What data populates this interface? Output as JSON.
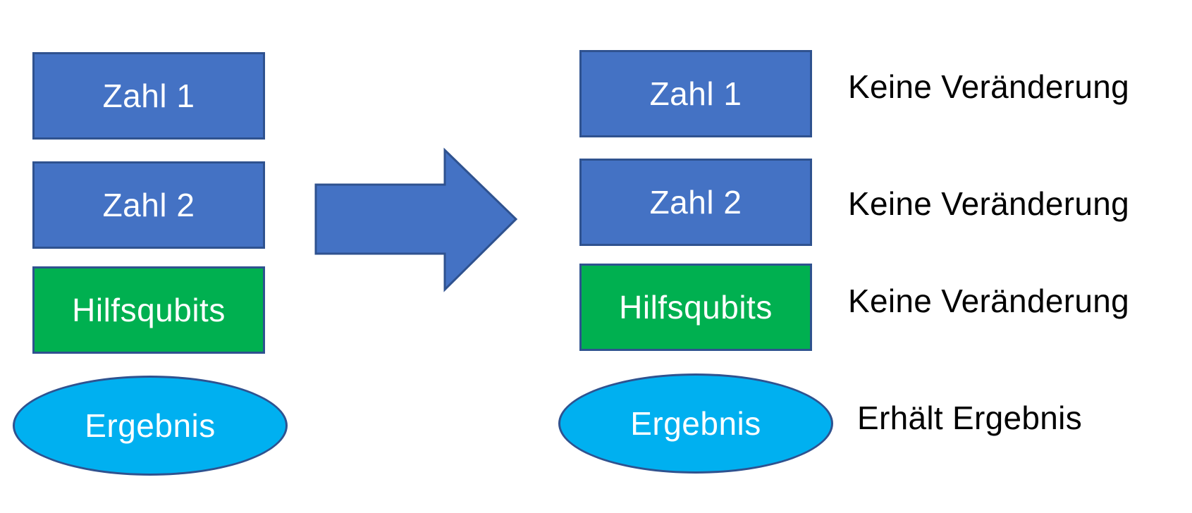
{
  "colors": {
    "number_box": "#4472c4",
    "helper_box": "#00b050",
    "result_oval": "#00b0f0",
    "outline": "#2f528f",
    "arrow": "#4472c4"
  },
  "before": {
    "zahl1": "Zahl 1",
    "zahl2": "Zahl 2",
    "hilfsqubits": "Hilfsqubits",
    "ergebnis": "Ergebnis"
  },
  "after": {
    "zahl1": "Zahl 1",
    "zahl2": "Zahl 2",
    "hilfsqubits": "Hilfsqubits",
    "ergebnis": "Ergebnis"
  },
  "notes": {
    "zahl1": "Keine Veränderung",
    "zahl2": "Keine Veränderung",
    "hilfsqubits": "Keine Veränderung",
    "ergebnis": "Erhält Ergebnis"
  },
  "arrow_icon": "right-arrow-icon"
}
